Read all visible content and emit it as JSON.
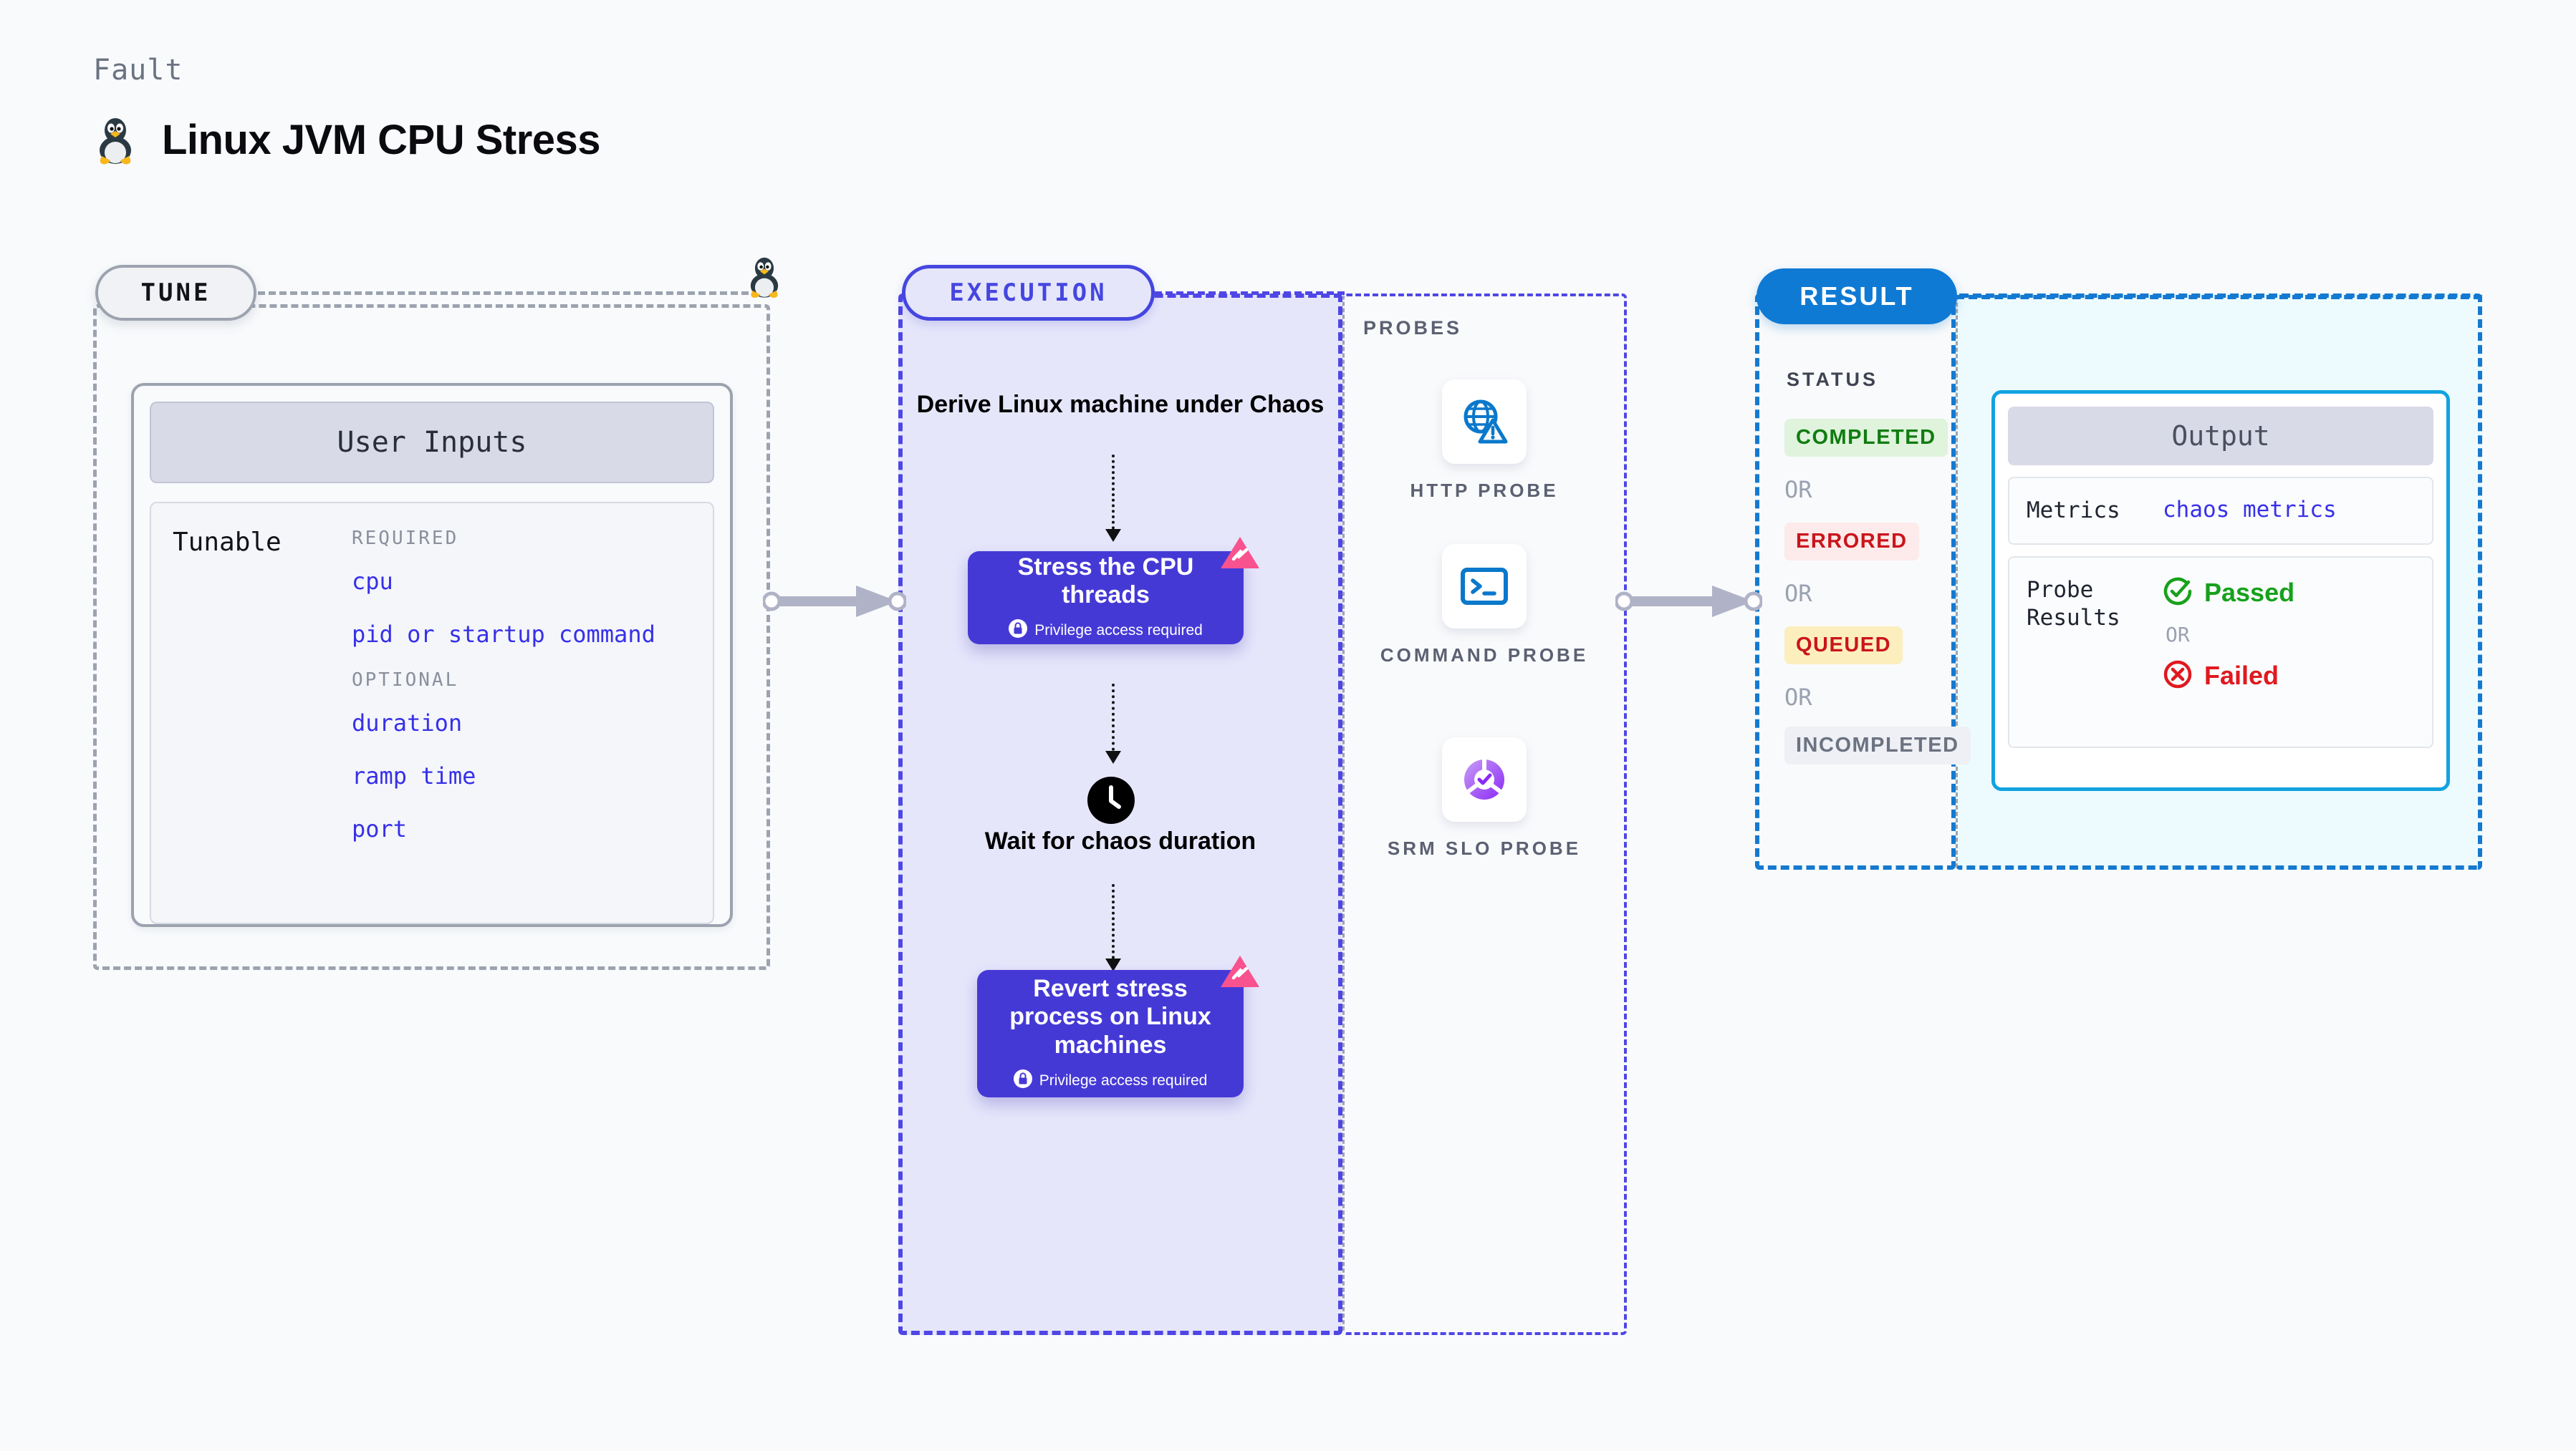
{
  "header": {
    "kicker": "Fault",
    "title": "Linux JVM CPU Stress",
    "icon": "tux-penguin-icon"
  },
  "tune": {
    "badge": "TUNE",
    "card_title": "User Inputs",
    "tunable_label": "Tunable",
    "groups": [
      {
        "title": "REQUIRED",
        "items": [
          "cpu",
          "pid or startup command"
        ]
      },
      {
        "title": "OPTIONAL",
        "items": [
          "duration",
          "ramp time",
          "port"
        ]
      }
    ]
  },
  "execution": {
    "badge": "EXECUTION",
    "steps": [
      {
        "type": "text",
        "label": "Derive Linux machine under Chaos"
      },
      {
        "type": "chaos-box",
        "label": "Stress the CPU threads",
        "note": "Privilege access required"
      },
      {
        "type": "wait",
        "label": "Wait for chaos duration",
        "icon": "clock-icon"
      },
      {
        "type": "chaos-box",
        "label": "Revert stress process on Linux machines",
        "note": "Privilege access required"
      }
    ],
    "privilege_note": "Privilege access required"
  },
  "probes": {
    "title": "PROBES",
    "items": [
      {
        "label": "HTTP PROBE",
        "icon": "globe-warning-icon"
      },
      {
        "label": "COMMAND PROBE",
        "icon": "terminal-icon"
      },
      {
        "label": "SRM SLO PROBE",
        "icon": "slo-donut-check-icon"
      }
    ]
  },
  "result": {
    "badge": "RESULT",
    "status_title": "STATUS",
    "or_label": "OR",
    "statuses": [
      {
        "label": "COMPLETED",
        "color": "#107c10",
        "bg": "#dff3dd"
      },
      {
        "label": "ERRORED",
        "color": "#c9151b",
        "bg": "#fdeaea"
      },
      {
        "label": "QUEUED",
        "color": "#c9151b",
        "bg": "#fdeebe"
      },
      {
        "label": "INCOMPLETED",
        "color": "#6b7280",
        "bg": "#eef0f5"
      }
    ]
  },
  "output": {
    "title": "Output",
    "metrics_label": "Metrics",
    "metrics_value": "chaos metrics",
    "probe_results_label": "Probe Results",
    "passed_label": "Passed",
    "failed_label": "Failed",
    "or_label": "OR"
  },
  "colors": {
    "page_bg": "#f8fafc",
    "tune_border": "#9ca3af",
    "execution_accent": "#4f46e5",
    "execution_bg": "#e6e6fb",
    "result_accent": "#1479d0",
    "output_bg": "#edfbfe",
    "chaos_box": "#4539d6",
    "chaos_ribbon": "#f8528f",
    "tunable_text": "#3730e8",
    "probe_blue": "#0a78cb",
    "probe_purple": "#9333ea"
  }
}
